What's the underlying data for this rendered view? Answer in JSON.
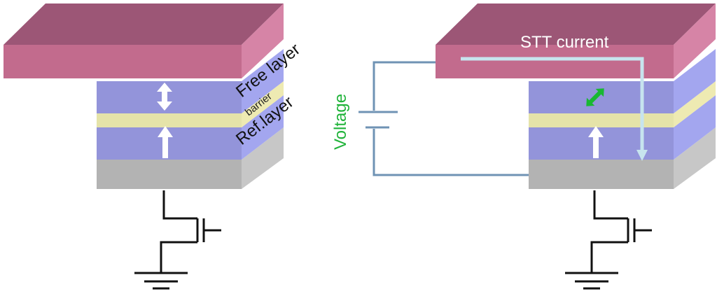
{
  "labels": {
    "free_layer": "Free layer",
    "barrier": "barrier",
    "ref_layer": "Ref.layer",
    "voltage": "Voltage",
    "stt_current": "STT current"
  },
  "colors": {
    "electrode_front": "#c26b8d",
    "electrode_top": "#9c5676",
    "electrode_side": "#d684a6",
    "magnetic_layer": "#9394da",
    "magnetic_side": "#a3a6ef",
    "barrier_layer": "#e5e3a9",
    "barrier_side": "#eeeab2",
    "substrate": "#b3b3b3",
    "substrate_side": "#c7c7c7",
    "wire": "#6f93b4",
    "current_arrow": "#c7e4ee",
    "voltage_text": "#1fb339",
    "free_arrow_right": "#18b832"
  }
}
